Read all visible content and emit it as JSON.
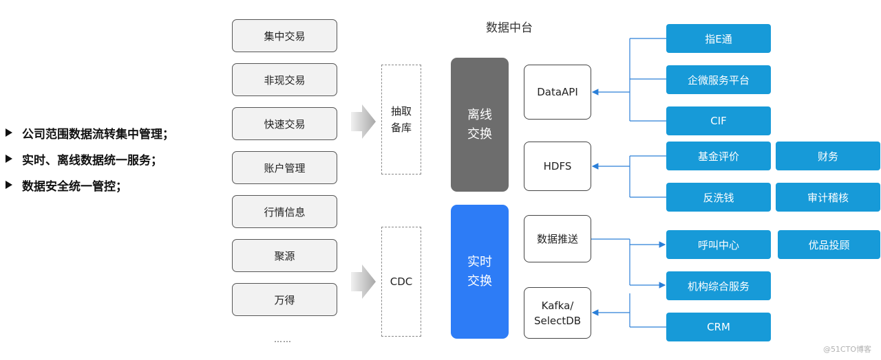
{
  "bullets": [
    "公司范围数据流转集中管理；",
    "实时、离线数据统一服务；",
    "数据安全统一管控；"
  ],
  "sources": [
    "集中交易",
    "非现交易",
    "快速交易",
    "账户管理",
    "行情信息",
    "聚源",
    "万得"
  ],
  "sources_more": "……",
  "extract": {
    "offline_line1": "抽取",
    "offline_line2": "备库",
    "realtime": "CDC"
  },
  "hub_title": "数据中台",
  "exchange": {
    "offline_line1": "离线",
    "offline_line2": "交换",
    "realtime_line1": "实时",
    "realtime_line2": "交换"
  },
  "services": {
    "dataapi": "DataAPI",
    "hdfs": "HDFS",
    "push": "数据推送",
    "kafka_line1": "Kafka/",
    "kafka_line2": "SelectDB"
  },
  "apps": {
    "zhie": "指E通",
    "qiwei": "企微服务平台",
    "cif": "CIF",
    "jijin": "基金评价",
    "caiwu": "财务",
    "fanxiqian": "反洗钱",
    "shenji": "审计稽核",
    "hujiao": "呼叫中心",
    "youpin": "优品投顾",
    "jigou": "机构综合服务",
    "crm": "CRM"
  },
  "watermark": "@51CTO博客",
  "colors": {
    "offline": "#6d6d6d",
    "realtime": "#2d7cf6",
    "app": "#179ad8",
    "connector": "#2b7fd8"
  }
}
